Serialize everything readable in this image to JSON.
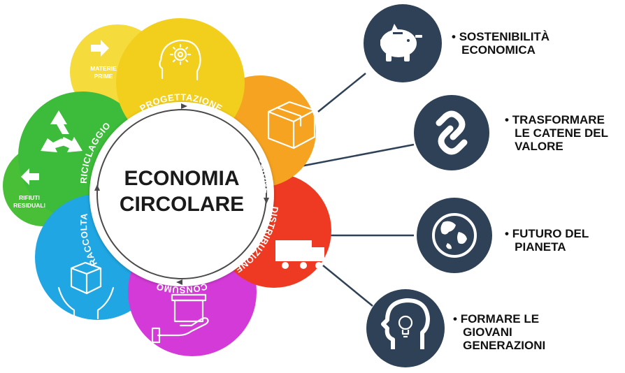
{
  "center": {
    "line1": "ECONOMIA",
    "line2": "CIRCOLARE"
  },
  "cycle_stages": [
    {
      "label": "PROGETTAZIONE",
      "color": "#f2cf1c",
      "icon": "head-gears-icon"
    },
    {
      "label": "PRODUZIONE",
      "color": "#f5a320",
      "icon": "box-icon"
    },
    {
      "label": "DISTRIBUZIONE",
      "color": "#ee3a22",
      "icon": "truck-icon"
    },
    {
      "label": "CONSUMO",
      "color": "#d43ad8",
      "icon": "hand-box-icon"
    },
    {
      "label": "RACCOLTA",
      "color": "#1fa6e3",
      "icon": "hands-box-icon"
    },
    {
      "label": "RICICLAGGIO",
      "color": "#3dbb3a",
      "icon": "recycle-icon"
    }
  ],
  "inputs": [
    {
      "label_lines": [
        "MATERIE",
        "PRIME"
      ],
      "icon": "arrow-right-icon",
      "color": "#f5dc3c"
    },
    {
      "label_lines": [
        "RIFIUTI",
        "RESIDUALI"
      ],
      "icon": "arrow-left-icon",
      "color": "#49bf37"
    }
  ],
  "benefits": [
    {
      "lines": [
        "SOSTENIBILITÀ",
        "ECONOMICA"
      ],
      "icon": "piggy-bank-icon"
    },
    {
      "lines": [
        "TRASFORMARE",
        "LE CATENE DEL",
        "VALORE"
      ],
      "icon": "chain-link-icon"
    },
    {
      "lines": [
        "FUTURO DEL",
        "PIANETA"
      ],
      "icon": "globe-icon"
    },
    {
      "lines": [
        "FORMARE LE",
        "GIOVANI",
        "GENERAZIONI"
      ],
      "icon": "head-lightbulb-icon"
    }
  ],
  "colors": {
    "benefit_circle": "#2f4156",
    "connector": "#2f4156",
    "stage_text": "#ffffff"
  }
}
